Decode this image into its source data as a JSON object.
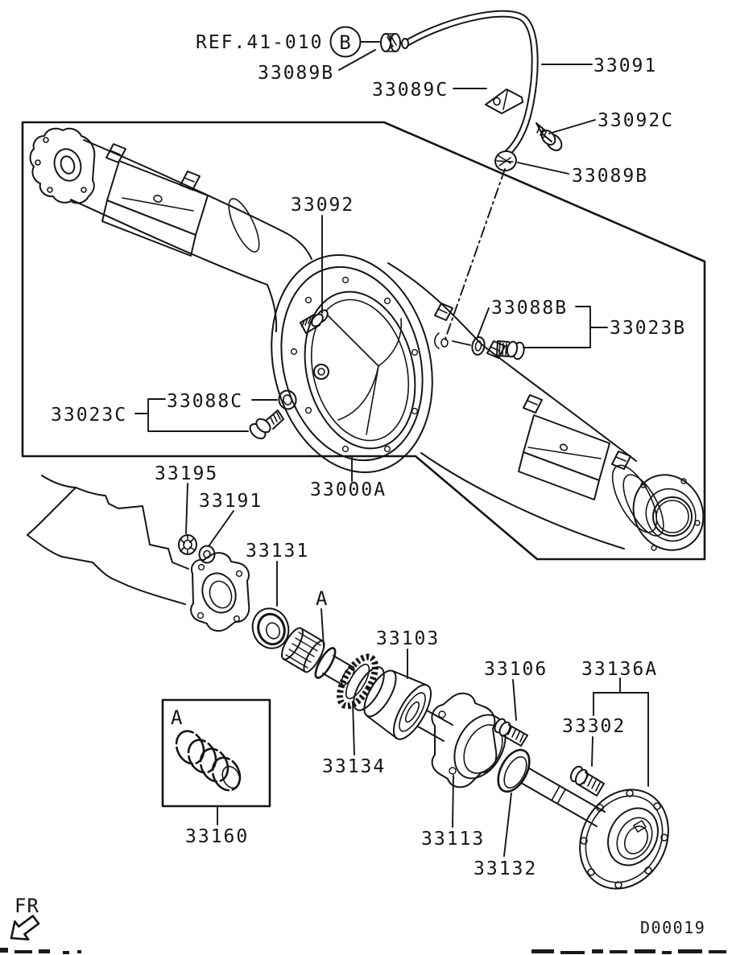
{
  "labels": {
    "ref": "REF.41-010",
    "ref_circle": "B",
    "hose_grommet_top": "33089B",
    "hose_clip": "33089C",
    "breather_hose": "33091",
    "bolt_33092C": "33092C",
    "hose_grommet_right": "33089B",
    "bolt_33092": "33092",
    "washer_33088B": "33088B",
    "bolt_33023B": "33023B",
    "washer_33088C": "33088C",
    "bolt_33023C": "33023C",
    "axle_housing": "33000A",
    "nut_33195": "33195",
    "washer_33191": "33191",
    "oil_seal_33131": "33131",
    "shaft_snap_ring_mark": "A",
    "bearing_33103": "33103",
    "bolt_33106": "33106",
    "hub_group_33136A": "33136A",
    "stud_33302": "33302",
    "tone_gear_33134": "33134",
    "bearing_case_33113": "33113",
    "spacer_33132": "33132",
    "inset_mark": "A",
    "snap_ring_set_33160": "33160",
    "front_marker": "FR",
    "doc_code": "D00019"
  }
}
